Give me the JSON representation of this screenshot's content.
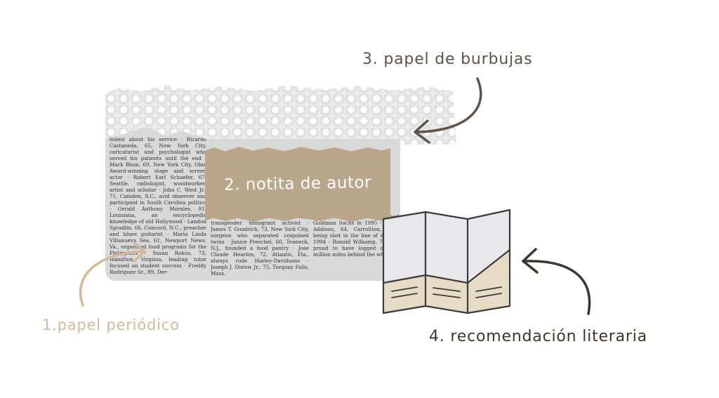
{
  "labels": {
    "newspaper": "1.papel periódico",
    "author_note": "2. notita de autor",
    "bubble_wrap": "3. papel de burbujas",
    "literary_recommendation": "4. recomendación literaria"
  },
  "newspaper_text": {
    "column_1": "iodest about his service · Ricardo Castaneda, 65, New York City, caricaturist and psychologist who served his patients until the end · Mark Blum, 69, New York City, Obie Award-winning stage and screen actor · Robert Earl Schaefer, 67, Seattle, radiologist, woodworker, artist and scholar · John C. West Jr., 71, Camden, S.C., avid observer and participant in South Carolina politics · Gerald Anthony Morales, 91, Louisiana, an encyclopedic knowledge of old Hollywood · Landon Spradlin, 66, Concord, N.C., preacher and blues guitarist · Maria Linda Villanueva Sea, 61, Newport News, Va., organized food programs for the Philippines · Susan Rokus, 73, Hamilton, Virginia, leading tutor focused on student success · Freddy Rodriguez Sr., 89, Der-",
    "column_2": "Lorena Borjas, 59, New York City, transgender immigrant activist · James T. Goodrich, 73, New York City, surgeon who separated conjoined twins · Janice Preschel, 60, Teaneck, N.J., founded a food pantry · Jose Claude Hearlon, 72, Atlantis, Fla., always rode Harley-Davidsons · Joseph J. Dorow Jr., 75, Torquay Falls, Mass.",
    "column_3": "Kevin Hammond, 50, joined Goldman Sachs in 1995 · dy G. Addison, 64, Carrollton, lived being shot in the line of duty in 1994 · Ronald Wilkamp, 75, sia, proud to have logged over a million miles behind the wheel"
  },
  "colors": {
    "newspaper_label": "#d4b99a",
    "bubble_label": "#5f5247",
    "recommendation_label": "#3c3530",
    "kraft_paper": "#b9a68b",
    "map_top": "#e8e8ea",
    "map_bottom": "#e6dcc5",
    "map_outline": "#3a3a3a"
  },
  "icons": {
    "recommendation": "folded-map-icon",
    "arrows": "hand-drawn-arrow-icon"
  }
}
